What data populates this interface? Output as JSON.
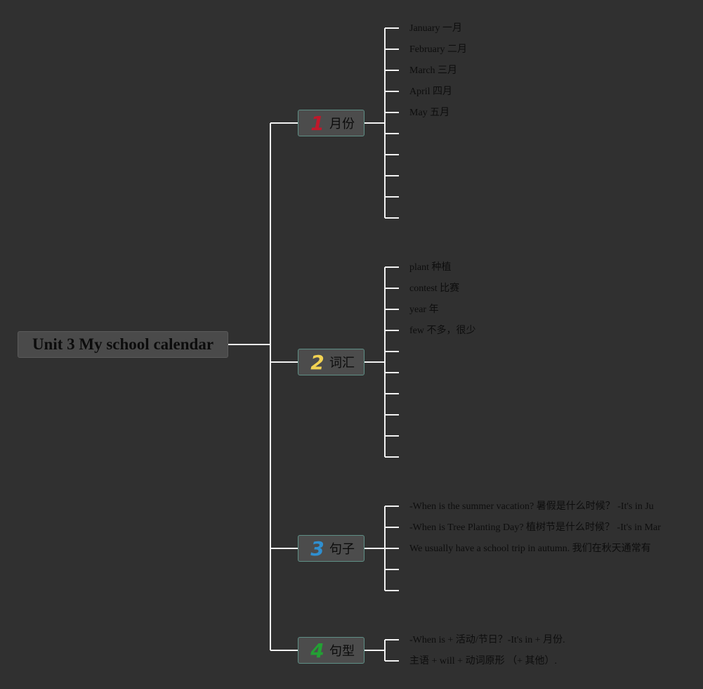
{
  "root": {
    "label": "Unit 3 My school calendar"
  },
  "branches": [
    {
      "num": "1",
      "num_color": "#c0182b",
      "label": "月份",
      "items": [
        "January 一月",
        "February 二月",
        "March 三月",
        "April 四月",
        "May 五月",
        "",
        "",
        "",
        "",
        ""
      ]
    },
    {
      "num": "2",
      "num_color": "#f2d252",
      "label": "词汇",
      "items": [
        "plant 种植",
        "contest 比赛",
        "year 年",
        "few 不多，很少",
        "",
        "",
        "",
        "",
        "",
        ""
      ]
    },
    {
      "num": "3",
      "num_color": "#2f8fd0",
      "label": "句子",
      "items": [
        "-When is the summer vacation? 暑假是什么时候？ -It's in Ju",
        "-When is Tree Planting Day? 植树节是什么时候？ -It's in Mar",
        "We usually have a school trip in autumn. 我们在秋天通常有",
        "",
        ""
      ]
    },
    {
      "num": "4",
      "num_color": "#23a034",
      "label": "句型",
      "items": [
        "-When is + 活动/节日？-It's in + 月份.",
        "主语 + will + 动词原形 （+ 其他）."
      ]
    }
  ]
}
